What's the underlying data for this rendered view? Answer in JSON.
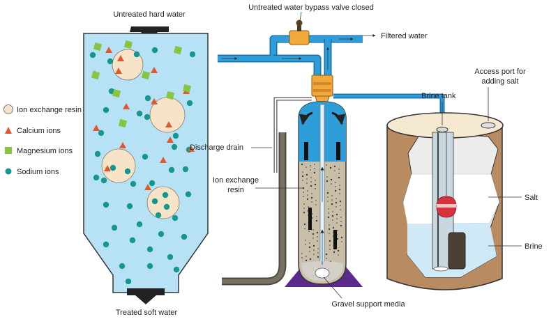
{
  "labels": {
    "untreated_hard_water": "Untreated hard water",
    "treated_soft_water": "Treated soft water",
    "bypass_valve": "Untreated water bypass valve closed",
    "filtered_water": "Filtered water",
    "discharge_drain": "Discharge drain",
    "ion_exchange_resin_line1": "Ion exchange",
    "ion_exchange_resin_line2": "resin",
    "gravel_support_media": "Gravel support media",
    "access_port_line1": "Access port for",
    "access_port_line2": "adding salt",
    "brine_tank": "Brine tank",
    "salt": "Salt",
    "brine": "Brine"
  },
  "legend": [
    {
      "label": "Ion exchange resin",
      "shape": "circle-large",
      "color": "#f7e3c8"
    },
    {
      "label": "Calcium ions",
      "shape": "triangle",
      "color": "#e2572b"
    },
    {
      "label": "Magnesium ions",
      "shape": "square",
      "color": "#86c441"
    },
    {
      "label": "Sodium ions",
      "shape": "circle-small",
      "color": "#14988e"
    }
  ],
  "colors": {
    "water": "#b7e1f5",
    "pipe": "#2f9ed8",
    "pipe_dark": "#1d6fa8",
    "resin_bed": "#c9bfa9",
    "tank_wall": "#b98b61",
    "tank_top": "#f5e9d2",
    "valve": "#f2a93b",
    "gravel_base": "#5b2a8c",
    "salt": "#ededed",
    "brine": "#cfe9f7",
    "float": "#d6323c"
  }
}
